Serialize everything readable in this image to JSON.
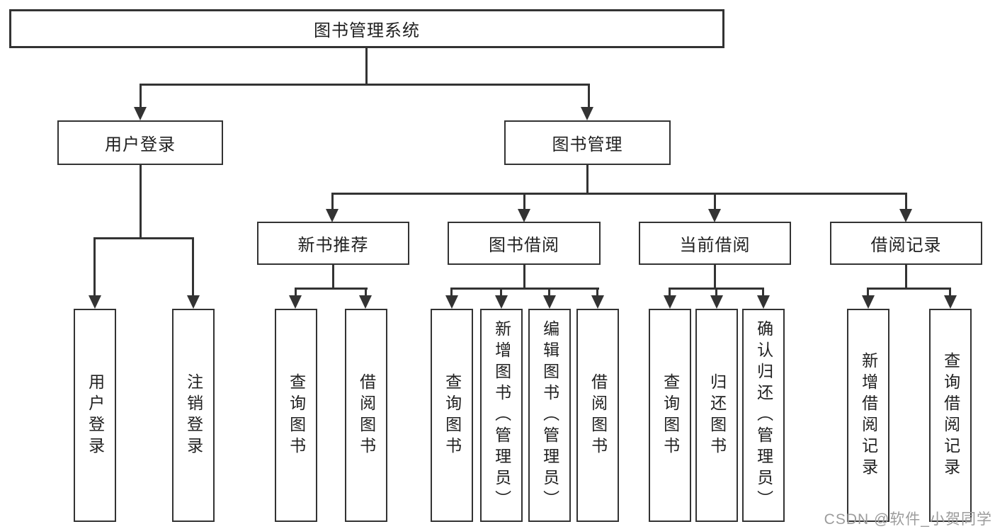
{
  "diagram_title": "图书管理系统",
  "colors": {
    "line": "#333333",
    "text": "#212121",
    "background": "#ffffff",
    "watermark": "#9c9c9c"
  },
  "nodes": {
    "root": "图书管理系统",
    "user_login": "用户登录",
    "book_management": "图书管理",
    "new_book_recommend": "新书推荐",
    "book_borrowing": "图书借阅",
    "current_borrowing": "当前借阅",
    "borrow_records": "借阅记录",
    "leaves": {
      "user_login": [
        "用户登录",
        "注销登录"
      ],
      "new_book_recommend": [
        "查询图书",
        "借阅图书"
      ],
      "book_borrowing": [
        "查询图书",
        "新增图书（管理员）",
        "编辑图书（管理员）",
        "借阅图书"
      ],
      "current_borrowing": [
        "查询图书",
        "归还图书",
        "确认归还（管理员）"
      ],
      "borrow_records": [
        "新增借阅记录",
        "查询借阅记录"
      ]
    }
  },
  "watermark": "CSDN @软件_小贺同学"
}
